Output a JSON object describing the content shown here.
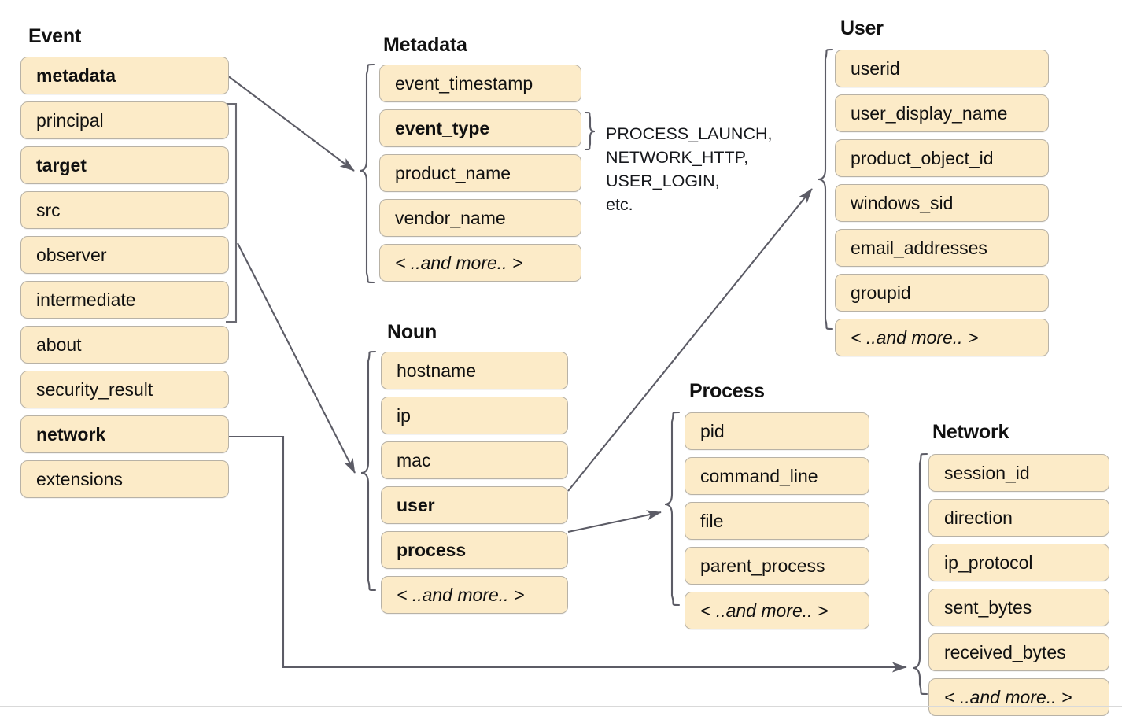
{
  "diagram": {
    "title_style": "UDM event entity relationship map",
    "groups": [
      {
        "id": "event",
        "title": "Event",
        "fields": [
          {
            "label": "metadata",
            "bold": true,
            "more": false
          },
          {
            "label": "principal",
            "bold": false,
            "more": false
          },
          {
            "label": "target",
            "bold": true,
            "more": false
          },
          {
            "label": "src",
            "bold": false,
            "more": false
          },
          {
            "label": "observer",
            "bold": false,
            "more": false
          },
          {
            "label": "intermediate",
            "bold": false,
            "more": false
          },
          {
            "label": "about",
            "bold": false,
            "more": false
          },
          {
            "label": "security_result",
            "bold": false,
            "more": false
          },
          {
            "label": "network",
            "bold": true,
            "more": false
          },
          {
            "label": "extensions",
            "bold": false,
            "more": false
          }
        ]
      },
      {
        "id": "metadata",
        "title": "Metadata",
        "fields": [
          {
            "label": "event_timestamp",
            "bold": false,
            "more": false
          },
          {
            "label": "event_type",
            "bold": true,
            "more": false
          },
          {
            "label": "product_name",
            "bold": false,
            "more": false
          },
          {
            "label": "vendor_name",
            "bold": false,
            "more": false
          },
          {
            "label": "< ..and more.. >",
            "bold": false,
            "more": true
          }
        ]
      },
      {
        "id": "user",
        "title": "User",
        "fields": [
          {
            "label": "userid",
            "bold": false,
            "more": false
          },
          {
            "label": "user_display_name",
            "bold": false,
            "more": false
          },
          {
            "label": "product_object_id",
            "bold": false,
            "more": false
          },
          {
            "label": "windows_sid",
            "bold": false,
            "more": false
          },
          {
            "label": "email_addresses",
            "bold": false,
            "more": false
          },
          {
            "label": "groupid",
            "bold": false,
            "more": false
          },
          {
            "label": "< ..and more.. >",
            "bold": false,
            "more": true
          }
        ]
      },
      {
        "id": "noun",
        "title": "Noun",
        "fields": [
          {
            "label": "hostname",
            "bold": false,
            "more": false
          },
          {
            "label": "ip",
            "bold": false,
            "more": false
          },
          {
            "label": "mac",
            "bold": false,
            "more": false
          },
          {
            "label": "user",
            "bold": true,
            "more": false
          },
          {
            "label": "process",
            "bold": true,
            "more": false
          },
          {
            "label": "< ..and more.. >",
            "bold": false,
            "more": true
          }
        ]
      },
      {
        "id": "process",
        "title": "Process",
        "fields": [
          {
            "label": "pid",
            "bold": false,
            "more": false
          },
          {
            "label": "command_line",
            "bold": false,
            "more": false
          },
          {
            "label": "file",
            "bold": false,
            "more": false
          },
          {
            "label": "parent_process",
            "bold": false,
            "more": false
          },
          {
            "label": "< ..and more.. >",
            "bold": false,
            "more": true
          }
        ]
      },
      {
        "id": "network",
        "title": "Network",
        "fields": [
          {
            "label": "session_id",
            "bold": false,
            "more": false
          },
          {
            "label": "direction",
            "bold": false,
            "more": false
          },
          {
            "label": "ip_protocol",
            "bold": false,
            "more": false
          },
          {
            "label": "sent_bytes",
            "bold": false,
            "more": false
          },
          {
            "label": "received_bytes",
            "bold": false,
            "more": false
          },
          {
            "label": "< ..and more.. >",
            "bold": false,
            "more": true
          }
        ]
      }
    ],
    "annotations": [
      {
        "id": "event-type-values",
        "lines": [
          "PROCESS_LAUNCH,",
          "NETWORK_HTTP,",
          "USER_LOGIN,",
          "etc."
        ],
        "text": "PROCESS_LAUNCH,\nNETWORK_HTTP,\nUSER_LOGIN,\netc."
      }
    ],
    "connectors": [
      {
        "id": "metadata-to-metadata-group",
        "from": "event.metadata",
        "to": "metadata",
        "arrow": true
      },
      {
        "id": "nouns-to-noun-group",
        "from": "event.principal-about-bracket",
        "to": "noun",
        "arrow": true
      },
      {
        "id": "network-to-network-group",
        "from": "event.network",
        "to": "network",
        "arrow": true
      },
      {
        "id": "user-to-user-group",
        "from": "noun.user",
        "to": "user",
        "arrow": true
      },
      {
        "id": "process-to-process-group",
        "from": "noun.process",
        "to": "process",
        "arrow": true
      }
    ],
    "colors": {
      "field_fill": "#fcebc8",
      "field_border": "#b8b2a6",
      "connector": "#5c5c66",
      "text": "#101010",
      "background": "#ffffff"
    }
  }
}
